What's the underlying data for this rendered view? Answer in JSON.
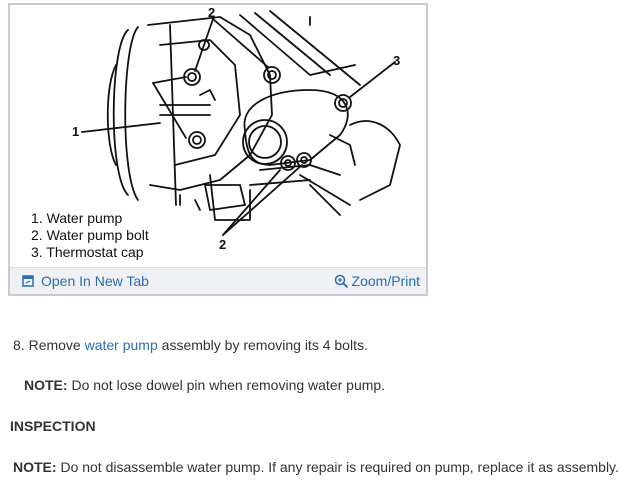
{
  "figure": {
    "callouts": [
      "1",
      "2",
      "2",
      "3"
    ],
    "legend": [
      "1.  Water pump",
      "2.  Water pump bolt",
      "3.  Thermostat cap"
    ],
    "open_tab_label": "Open In New Tab",
    "zoom_label": "Zoom/Print"
  },
  "content": {
    "step_number": "8.",
    "step_pre": "Remove ",
    "step_link": "water pump",
    "step_post": " assembly by removing its 4 bolts.",
    "note1_label": "NOTE:",
    "note1_text": " Do not lose dowel pin when removing water pump.",
    "heading": "INSPECTION",
    "note2_label": "NOTE:",
    "note2_text": " Do not disassemble water pump. If any repair is required on pump, replace it as assembly."
  },
  "colors": {
    "link": "#2a6db3",
    "text": "#333333",
    "bar_bg": "#eef0f3",
    "border": "#c8ccd2"
  }
}
